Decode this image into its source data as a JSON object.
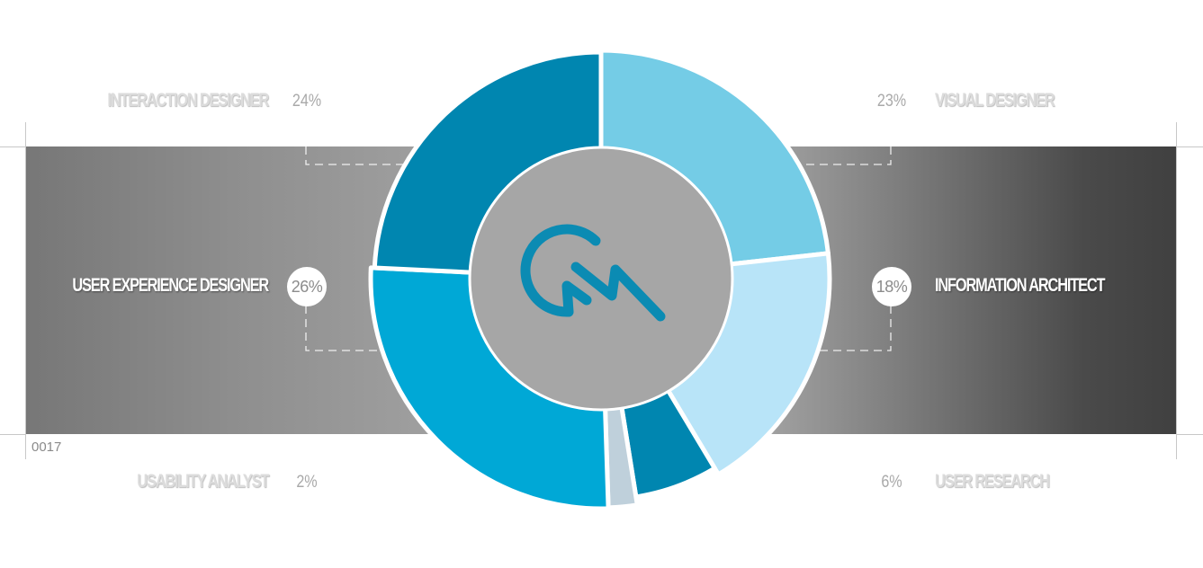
{
  "chart_data": {
    "type": "pie",
    "donut": true,
    "slices": [
      {
        "label": "Visual Designer",
        "percent": "23%",
        "value": 23,
        "color": "#74cce6"
      },
      {
        "label": "Information Architect",
        "percent": "18%",
        "value": 18,
        "color": "#b8e4f8"
      },
      {
        "label": "User Research",
        "percent": "6%",
        "value": 6,
        "color": "#0086b0"
      },
      {
        "label": "Usability Analyst",
        "percent": "2%",
        "value": 2,
        "color": "#bfd0db"
      },
      {
        "label": "User Experience Designer",
        "percent": "26%",
        "value": 26,
        "color": "#00a8d6"
      },
      {
        "label": "Interaction Designer",
        "percent": "24%",
        "value": 24,
        "color": "#0086b0"
      }
    ]
  },
  "footer_code": "0017",
  "colors": {
    "logo": "#0b8bb3",
    "center": "#a6a6a6",
    "label_faded": "#dcdcdc",
    "percent_text": "#a9a9a9"
  },
  "logo_icon": "ga-monogram-icon"
}
